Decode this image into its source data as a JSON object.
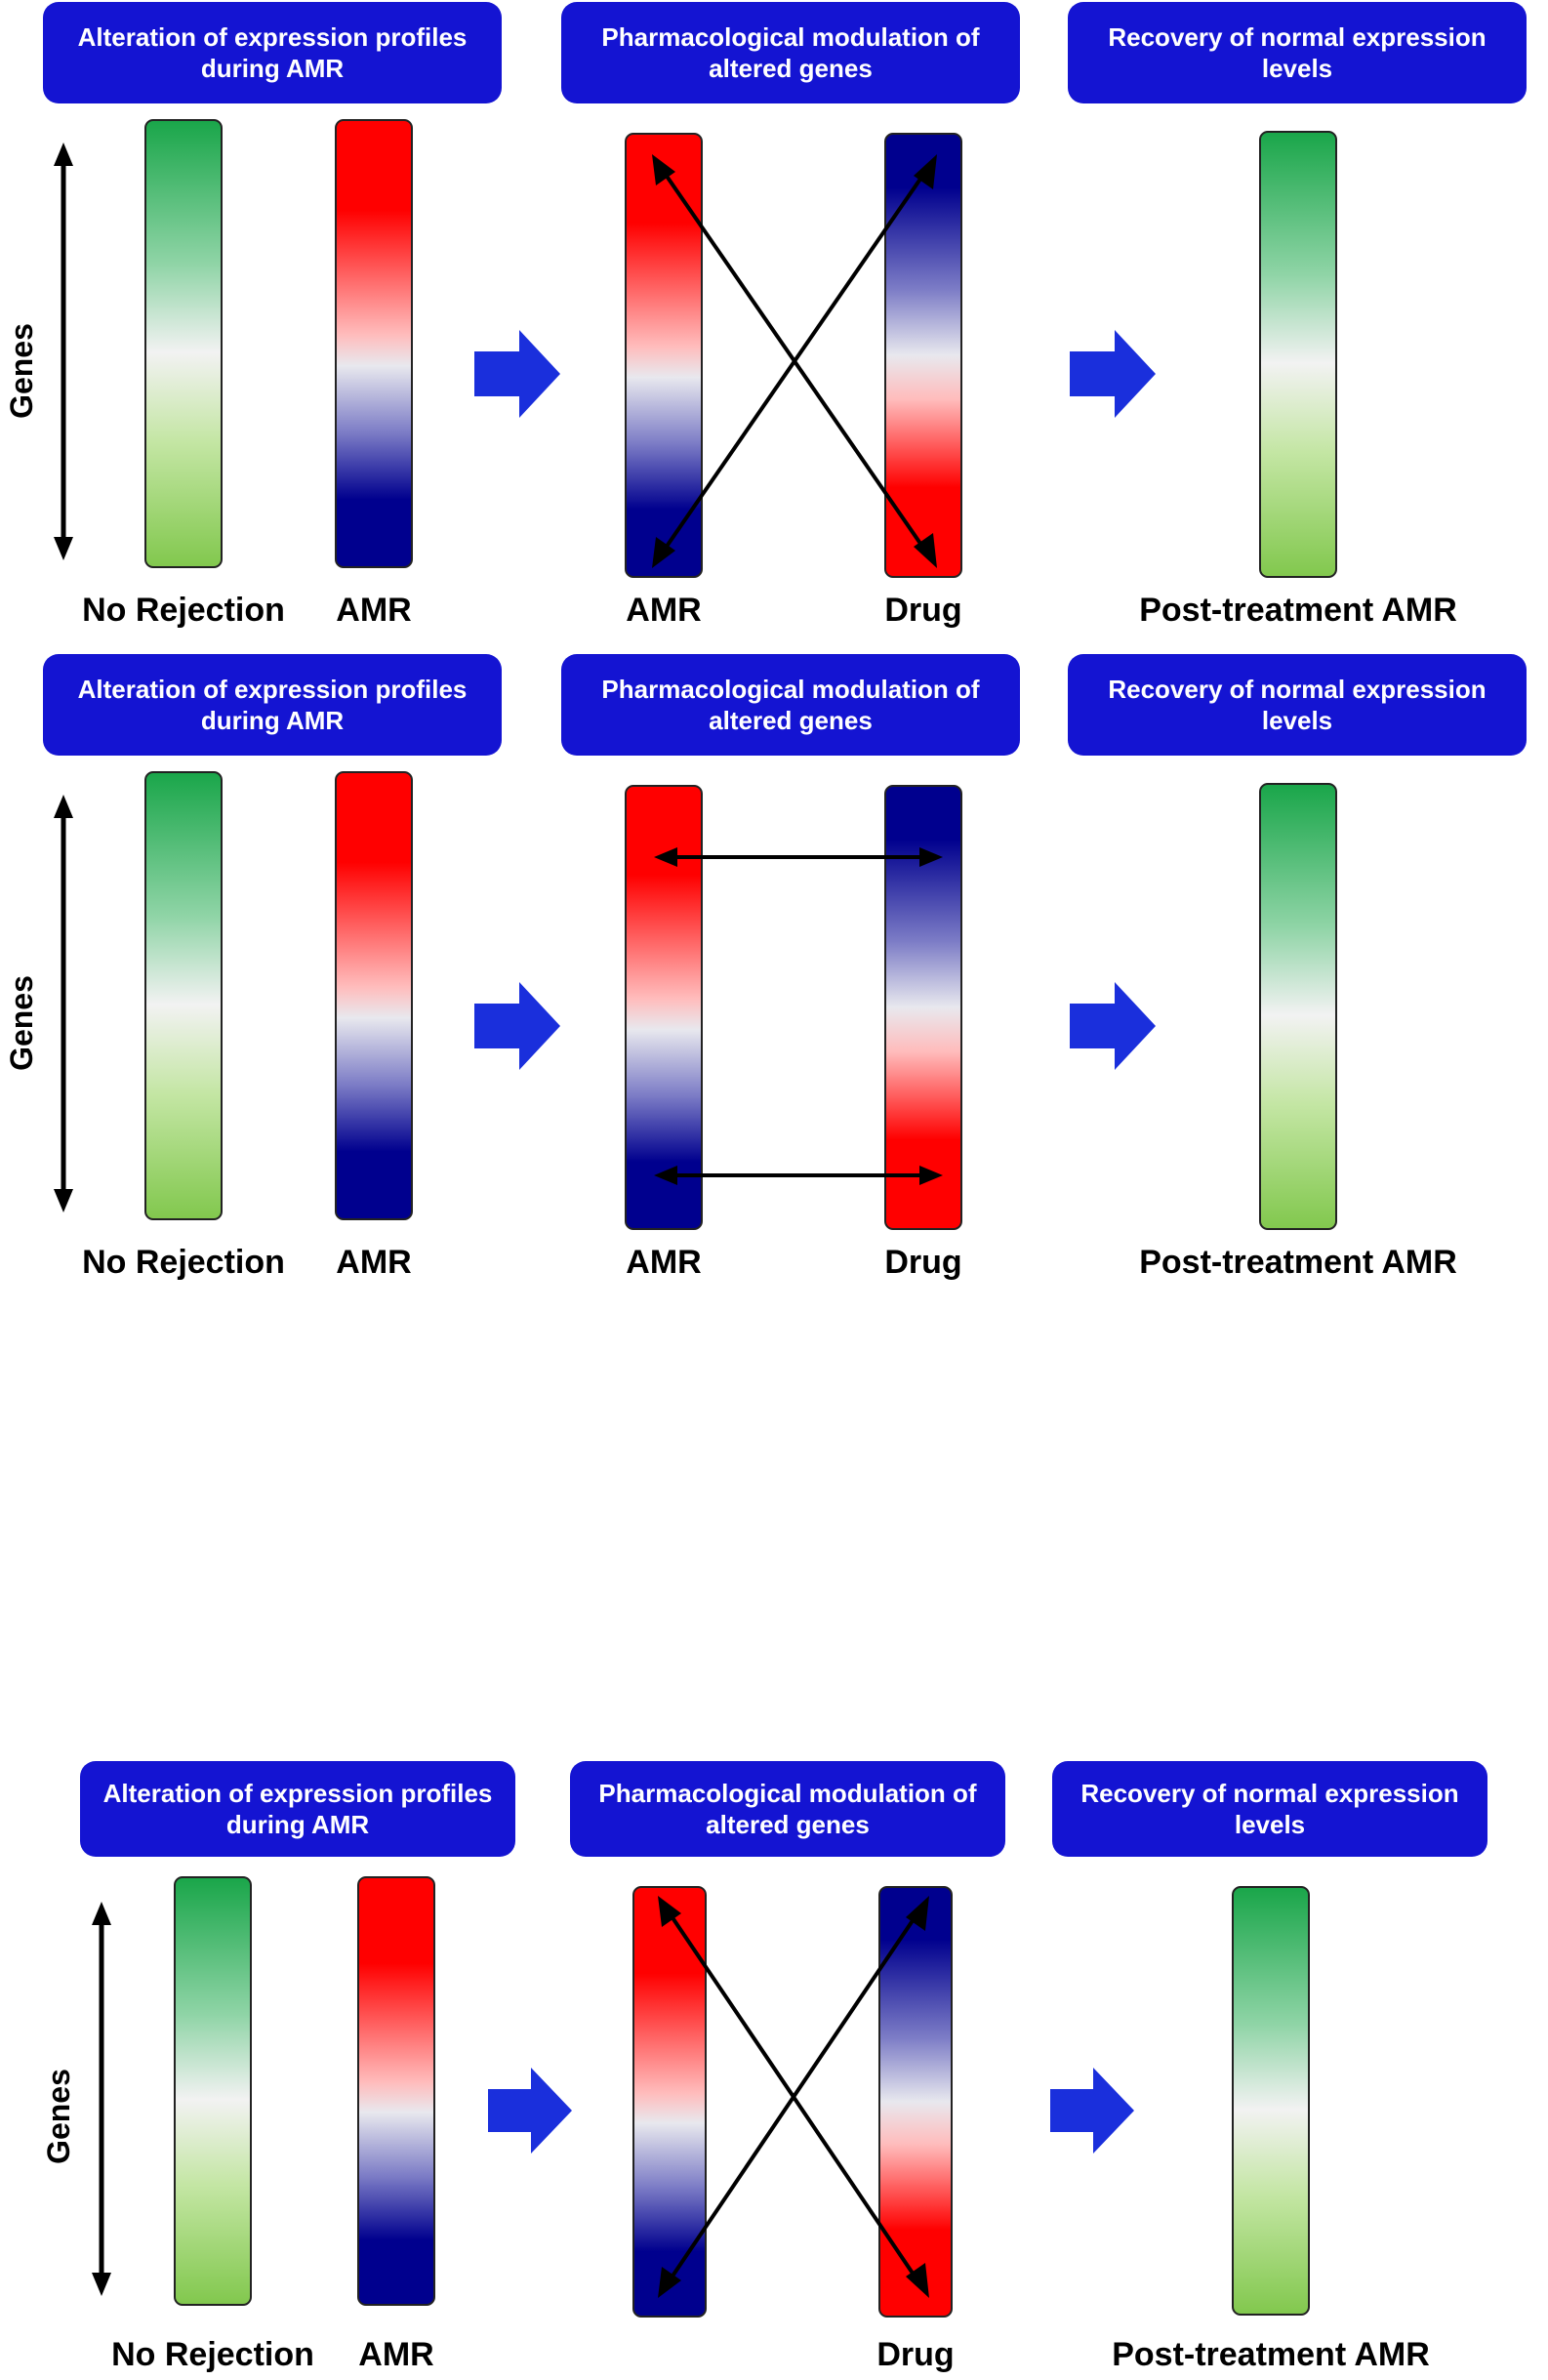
{
  "panels": [
    {
      "id": "panel-1",
      "banners": [
        "Alteration of expression profiles during AMR",
        "Pharmacological modulation of altered genes",
        "Recovery of normal expression levels"
      ],
      "axis_label": "Genes",
      "bar_labels": {
        "no_rejection": "No Rejection",
        "amr": "AMR",
        "amr_mid": "AMR",
        "drug": "Drug",
        "post_treatment": "Post-treatment AMR"
      },
      "connector_style": "crossed"
    },
    {
      "id": "panel-2",
      "banners": [
        "Alteration of expression profiles during AMR",
        "Pharmacological modulation of altered genes",
        "Recovery of normal expression levels"
      ],
      "axis_label": "Genes",
      "bar_labels": {
        "no_rejection": "No Rejection",
        "amr": "AMR",
        "amr_mid": "AMR",
        "drug": "Drug",
        "post_treatment": "Post-treatment AMR"
      },
      "connector_style": "horizontal"
    },
    {
      "id": "panel-3",
      "banners": [
        "Alteration of expression profiles during AMR",
        "Pharmacological modulation of altered genes",
        "Recovery of normal expression levels"
      ],
      "axis_label": "Genes",
      "bar_labels": {
        "no_rejection": "No Rejection",
        "amr": "AMR",
        "drug": "Drug",
        "post_treatment": "Post-treatment AMR"
      },
      "connector_style": "crossed"
    }
  ],
  "colors": {
    "banner_blue": "#1414d2",
    "step_arrow_blue": "#1a2fdc",
    "high_red": "#ff0000",
    "low_navy": "#00008e",
    "normal_green": "#1aa64a",
    "normal_lightgreen": "#82c84e"
  },
  "icons": {
    "step_arrow": "right-block-arrow-icon",
    "genes_axis": "double-headed-vertical-arrow-icon",
    "modulation_link": "double-headed-arrow-icon"
  }
}
